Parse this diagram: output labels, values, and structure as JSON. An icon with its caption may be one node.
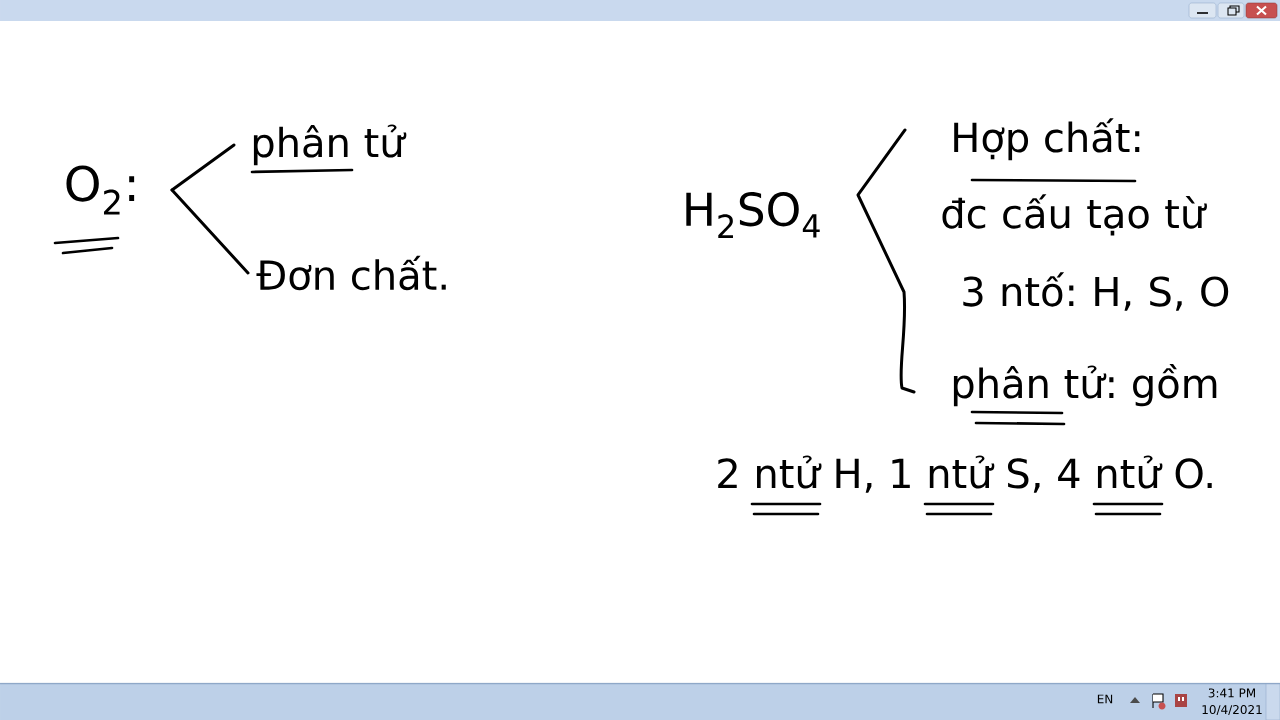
{
  "diagram": {
    "nodes": [
      {
        "text": [
          "O$_{2}$:"
        ]
      },
      {
        "text": [
          "phân tử"
        ]
      },
      {
        "text": [
          "Đơn chất."
        ]
      }
    ],
    "edges": [
      {
        "from": 0,
        "to": 1,
        "arrow": "none"
      },
      {
        "from": 0,
        "to": 2,
        "arrow": "none"
      }
    ],
    "labels": [
      "H$_{2}$SO$_{4}$",
      "Hợp chất:",
      "đc cấu tạo từ 3 ntố: H, S, O",
      "phân tử: gồm",
      "2 ntử H, 1 ntử S, 4 ntử O.",
      "EN",
      "3:41 PM",
      "10/4/2021"
    ]
  }
}
